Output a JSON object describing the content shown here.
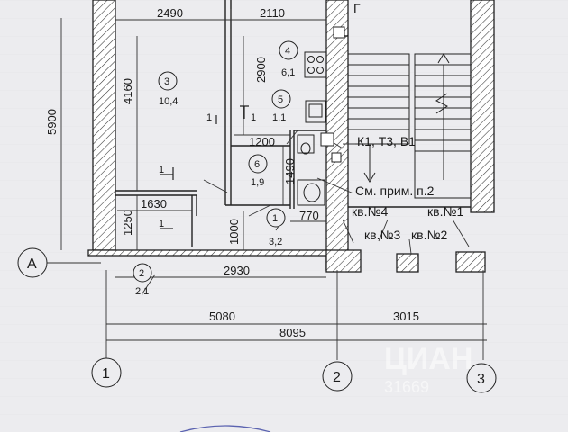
{
  "dimensions": {
    "d2490": "2490",
    "d2110": "2110",
    "d2900": "2900",
    "d4160": "4160",
    "d5900": "5900",
    "d1200": "1200",
    "d1490": "1490",
    "d1630": "1630",
    "d1250": "1250",
    "d1000": "1000",
    "d770": "770",
    "d2930": "2930",
    "d5080": "5080",
    "d3015": "3015",
    "d8095": "8095"
  },
  "rooms": [
    {
      "num": "3",
      "area": "10,4"
    },
    {
      "num": "4",
      "area": "6,1"
    },
    {
      "num": "5",
      "area": "1,1"
    },
    {
      "num": "6",
      "area": "1,9"
    },
    {
      "num": "1",
      "area": "3,2"
    },
    {
      "num": "2",
      "area": "2,1"
    }
  ],
  "notes": {
    "risers": "К1, Т3, В1",
    "see_note": "См. прим. п.2",
    "gamma": "Г"
  },
  "apartments": [
    "кв.№4",
    "кв.№1",
    "кв.№3",
    "кв.№2"
  ],
  "axes": [
    "A",
    "1",
    "2",
    "3"
  ],
  "section_marks": [
    "1",
    "1",
    "1",
    "1"
  ],
  "watermark": {
    "brand": "ЦИАН",
    "code": "31669"
  }
}
